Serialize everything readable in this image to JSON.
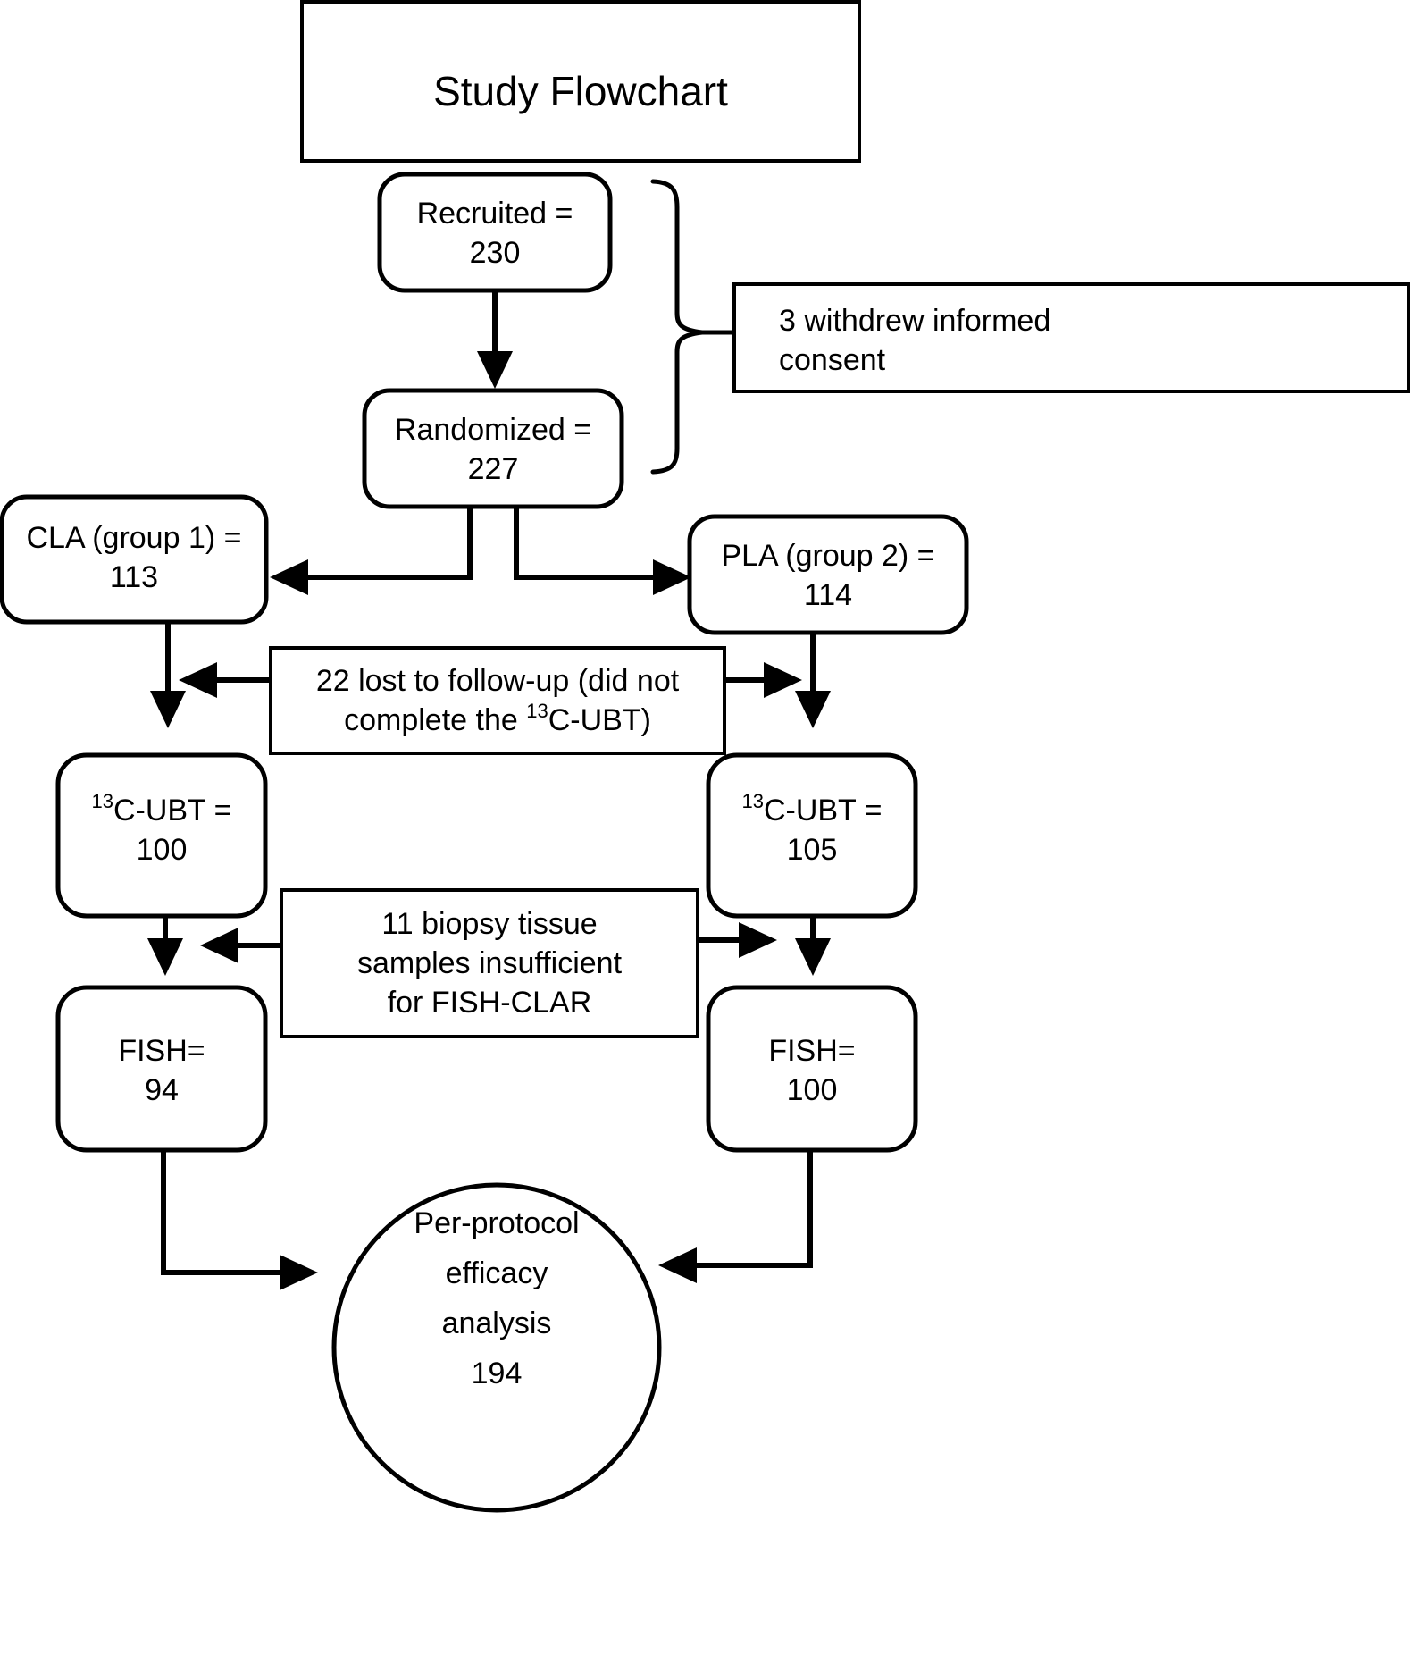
{
  "figure": {
    "title": "Study Flowchart",
    "type": "flowchart",
    "background_color": "#ffffff",
    "stroke_color": "#000000",
    "accent_color": "#3b78c3"
  },
  "nodes": {
    "title_box": {
      "label": "Study Flowchart",
      "shape": "rectangle"
    },
    "recruited": {
      "line1": "Recruited =",
      "line2": "230",
      "value": 230,
      "shape": "rounded-rectangle"
    },
    "randomized": {
      "line1": "Randomized =",
      "line2": "227",
      "value": 227,
      "shape": "rounded-rectangle"
    },
    "cla": {
      "line1": "CLA (group 1) =",
      "line2": "113",
      "value": 113,
      "shape": "rounded-rectangle"
    },
    "pla": {
      "line1": "PLA (group 2) =",
      "line2": "114",
      "value": 114,
      "shape": "rounded-rectangle"
    },
    "ubt_left": {
      "sup": "13",
      "base": "C-UBT =",
      "line2": "100",
      "value": 100,
      "shape": "rounded-rectangle"
    },
    "ubt_right": {
      "sup": "13",
      "base": "C-UBT =",
      "line2": "105",
      "value": 105,
      "shape": "rounded-rectangle"
    },
    "fish_left": {
      "line1": "FISH=",
      "line2": "94",
      "value": 94,
      "shape": "rounded-rectangle"
    },
    "fish_right": {
      "line1": "FISH=",
      "line2": "100",
      "value": 100,
      "shape": "rounded-rectangle"
    },
    "analysis": {
      "line1": "Per-protocol",
      "line2": "efficacy",
      "line3": "analysis",
      "line4": "194",
      "value": 194,
      "shape": "circle"
    }
  },
  "annotations": {
    "withdrew": {
      "line1": "3 withdrew informed",
      "line2": "consent",
      "count": 3,
      "shape": "rectangle"
    },
    "lost_followup": {
      "line1_a": "22 lost to follow-up (did not",
      "line2_a": "complete the ",
      "sup": "13",
      "line2_b": "C-UBT)",
      "count": 22,
      "shape": "rectangle"
    },
    "insufficient": {
      "line1": "11 biopsy tissue",
      "line2": "samples insufficient",
      "line3": "for FISH-CLAR",
      "count": 11,
      "shape": "rectangle"
    }
  },
  "edges": [
    {
      "name": "recruited-to-randomized",
      "from": "recruited",
      "to": "randomized",
      "style": "arrow-down"
    },
    {
      "name": "withdrew-brace",
      "from": "recruited-randomized-span",
      "to": "withdrew",
      "style": "curly-brace"
    },
    {
      "name": "randomized-to-cla",
      "from": "randomized",
      "to": "cla",
      "style": "elbow-arrow-left"
    },
    {
      "name": "randomized-to-pla",
      "from": "randomized",
      "to": "pla",
      "style": "elbow-arrow-right"
    },
    {
      "name": "cla-to-ubt-left",
      "from": "cla",
      "to": "ubt_left",
      "style": "arrow-down"
    },
    {
      "name": "pla-to-ubt-right",
      "from": "pla",
      "to": "ubt_right",
      "style": "arrow-down"
    },
    {
      "name": "lost-followup-left",
      "from": "lost_followup",
      "to": "cla-ubt-left-edge",
      "style": "arrow-left"
    },
    {
      "name": "lost-followup-right",
      "from": "lost_followup",
      "to": "pla-ubt-right-edge",
      "style": "arrow-right"
    },
    {
      "name": "ubt-left-to-fish-left",
      "from": "ubt_left",
      "to": "fish_left",
      "style": "arrow-down"
    },
    {
      "name": "ubt-right-to-fish-right",
      "from": "ubt_right",
      "to": "fish_right",
      "style": "arrow-down"
    },
    {
      "name": "insufficient-left",
      "from": "insufficient",
      "to": "ubt-fish-left-edge",
      "style": "arrow-left"
    },
    {
      "name": "insufficient-right",
      "from": "insufficient",
      "to": "ubt-fish-right-edge",
      "style": "arrow-right"
    },
    {
      "name": "fish-left-to-analysis",
      "from": "fish_left",
      "to": "analysis",
      "style": "elbow-arrow-right"
    },
    {
      "name": "fish-right-to-analysis",
      "from": "fish_right",
      "to": "analysis",
      "style": "elbow-arrow-left"
    }
  ]
}
